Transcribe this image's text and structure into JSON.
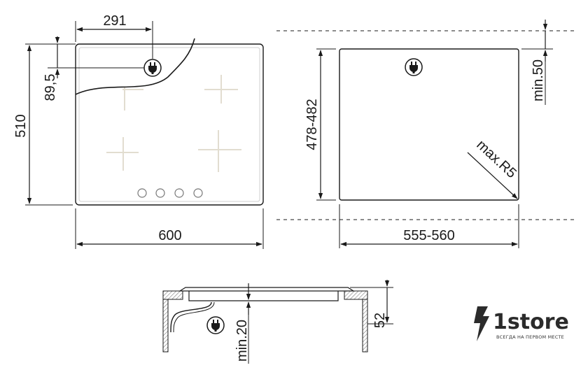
{
  "top_view": {
    "dim_plug_x": "291",
    "dim_plug_y": "89,5",
    "dim_height": "510",
    "dim_width": "600"
  },
  "cutout_view": {
    "dim_height": "478-482",
    "dim_margin": "min.50",
    "dim_radius": "max.R5",
    "dim_width": "555-560"
  },
  "section_view": {
    "dim_thickness": "52",
    "dim_clearance": "min.20"
  },
  "brand": {
    "name": "1store",
    "tagline": "ВСЕГДА НА ПЕРВОМ МЕСТЕ"
  },
  "colors": {
    "burner_lines": "#e2ddd0",
    "line": "#1a1a1a",
    "hatch": "#666666",
    "logo": "#2b2b2b"
  },
  "icons": [
    "plug-icon",
    "lightning-bolt-icon"
  ]
}
